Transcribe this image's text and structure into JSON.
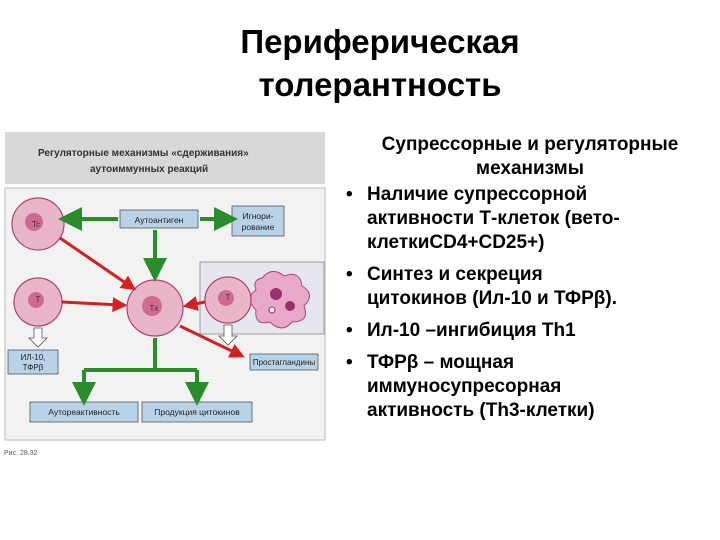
{
  "title": {
    "line1": "Периферическая",
    "line2": "толерантность"
  },
  "figure": {
    "header_line1": "Регуляторные механизмы «сдерживания»",
    "header_line2": "аутоиммунных реакций",
    "autoantigen": "Аутоантиген",
    "ignoring_line1": "Игнори-",
    "ignoring_line2": "рование",
    "cell_tc": "Tc",
    "cell_t_left": "T",
    "cell_tx": "Tx",
    "cell_t_right": "T",
    "cytokines_line1": "ИЛ-10,",
    "cytokines_line2": "ТФРβ",
    "prostaglandins": "Простагландины",
    "autoreactivity": "Аутореактивность",
    "cytokine_production": "Продукция цитокинов",
    "footnote": "Рис. 28.32"
  },
  "right": {
    "heading_line1": "Супрессорные и регуляторные",
    "heading_line2": "механизмы",
    "bullet_symbol": "•",
    "bullets": [
      [
        "Наличие супрессорной",
        "активности Т-клеток (вето-",
        "клеткиCD4+CD25+)"
      ],
      [
        "Синтез и секреция",
        "цитокинов (Ил-10 и ТФРβ)."
      ],
      [
        "Ил-10 –ингибиция Th1"
      ],
      [
        "ТФРβ – мощная",
        "иммуносупресорная",
        "активность (Th3-клетки)"
      ]
    ]
  },
  "colors": {
    "cell_fill": "#e8b6c8",
    "cell_nucleus": "#d06a92",
    "box_fill": "#b8d3e8",
    "green_arrow": "#2a8c2a",
    "red_arrow": "#d42020",
    "panel_bg": "#f2f2f2"
  }
}
